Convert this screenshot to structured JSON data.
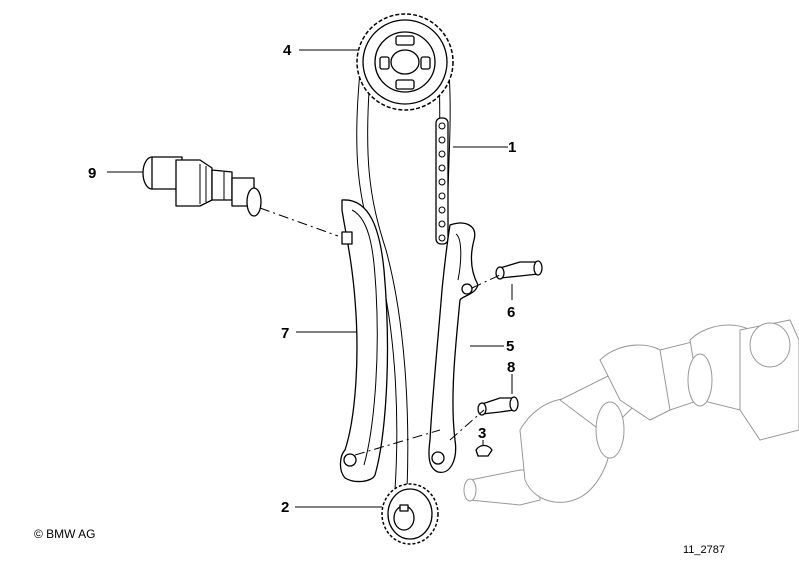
{
  "callouts": [
    {
      "id": "callout-1",
      "text": "1"
    },
    {
      "id": "callout-2",
      "text": "2"
    },
    {
      "id": "callout-3",
      "text": "3"
    },
    {
      "id": "callout-4",
      "text": "4"
    },
    {
      "id": "callout-5",
      "text": "5"
    },
    {
      "id": "callout-6",
      "text": "6"
    },
    {
      "id": "callout-7",
      "text": "7"
    },
    {
      "id": "callout-8",
      "text": "8"
    },
    {
      "id": "callout-9",
      "text": "9"
    }
  ],
  "footer": {
    "copyright": "© BMW AG",
    "diagram_id": "11_2787"
  }
}
